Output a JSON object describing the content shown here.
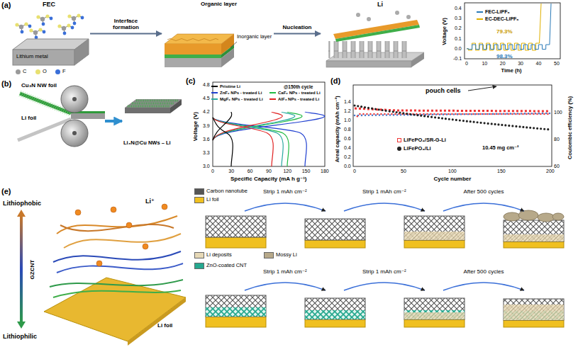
{
  "diagram": {
    "nodes": [
      {
        "text": [
          "FEC",
          "Lithium metal"
        ]
      },
      {
        "text": [
          "Organic layer",
          "Inorganic layer"
        ]
      },
      {
        "text": [
          "Li"
        ]
      },
      {
        "text": [
          "Cu₃N NW foil",
          "Li foil"
        ]
      },
      {
        "text": [
          "Li₃N@Cu NWs – Li"
        ]
      }
    ],
    "edges": [
      {
        "from": 0,
        "to": 1,
        "label": "Interface formation",
        "arrow": "to"
      },
      {
        "from": 1,
        "to": 2,
        "label": "Nucleation",
        "arrow": "to"
      },
      {
        "from": 3,
        "to": 4,
        "arrow": "to"
      }
    ],
    "labels": [
      "(a)",
      "0.4",
      "0.3",
      "0.2",
      "0.1",
      "0.0",
      "-0.1",
      "Voltage (V)",
      "0",
      "10",
      "20",
      "30",
      "40",
      "50",
      "Time (h)",
      "79.3%",
      "98.3%",
      "(b)",
      "(c)",
      "4.8",
      "4.5",
      "4.2",
      "3.9",
      "3.6",
      "3.3",
      "3.0",
      "Voltage (V)",
      "0",
      "30",
      "60",
      "90",
      "120",
      "150",
      "180",
      "Specific Capacity (mA h g⁻¹)",
      "@150th cycle",
      "(d)",
      "1.4",
      "1.2",
      "1.0",
      "0.8",
      "0.6",
      "0.4",
      "0.2",
      "0.0",
      "Areal capacity (mAh cm⁻²)",
      "100",
      "80",
      "60",
      "Coulombic efficiency (%)",
      "0",
      "50",
      "100",
      "150",
      "200",
      "Cycle number",
      "pouch cells",
      "10.45 mg cm⁻²",
      "(e)",
      "Lithiophobic",
      "Lithiophilic",
      "GZCNT",
      "Li⁺",
      "Li foil",
      "Strip 1 mAh cm⁻²",
      "Strip 1 mAh cm⁻²",
      "After 500 cycles",
      "Strip 1 mAh cm⁻²",
      "Strip 1 mAh cm⁻²",
      "After 500 cycles"
    ],
    "legend": [
      {
        "text": "C",
        "color": "#9a9a9a"
      },
      {
        "text": "O",
        "color": "#e8e070"
      },
      {
        "text": "F",
        "color": "#3a6fd8"
      },
      {
        "text": "FEC-LiPF₆"
      },
      {
        "text": "EC-DEC-LiPF₆"
      },
      {
        "text": "Pristine Li"
      },
      {
        "text": "ZnF₂ NPs - treated Li"
      },
      {
        "text": "CaF₂ NPs - treated Li"
      },
      {
        "text": "MgF₂ NPs - treated Li"
      },
      {
        "text": "AlF₃ NPs - treated Li"
      },
      {
        "text": "LiFePO₄/SR-G-Li"
      },
      {
        "text": "LiFePO₄/Li"
      },
      {
        "text": "Carbon nanotube",
        "color": "#555555"
      },
      {
        "text": "Li foil",
        "color": "#f0c020"
      },
      {
        "text": "Li deposits",
        "color": "#e6d8b6"
      },
      {
        "text": "Mossy Li",
        "color": "#b7a98a"
      },
      {
        "text": "ZnO-coated CNT",
        "color": "#26a88f"
      }
    ]
  }
}
